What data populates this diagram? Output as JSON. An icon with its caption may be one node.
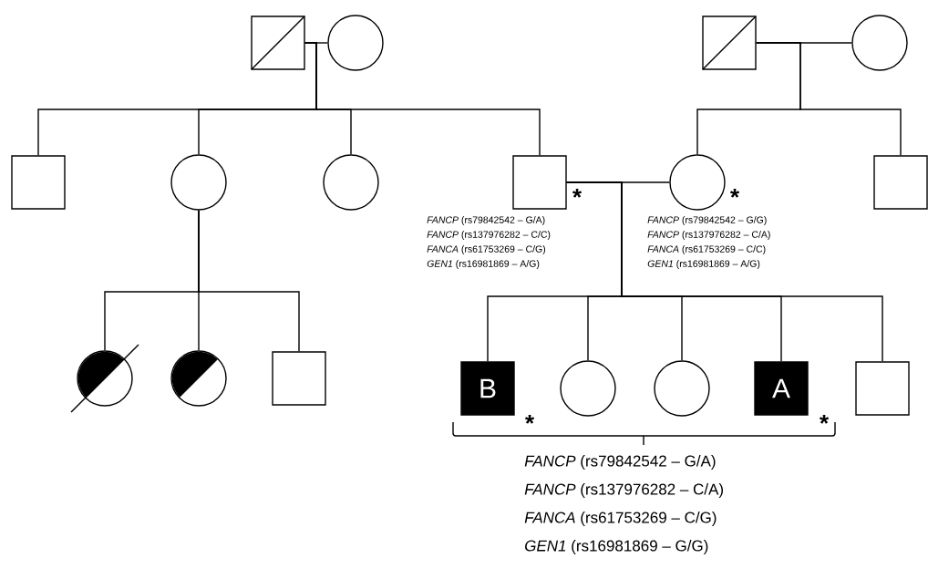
{
  "diagram": {
    "nodes": [
      {
        "text": [],
        "shape": "box"
      },
      {
        "text": [],
        "shape": "circle"
      },
      {
        "text": [],
        "shape": "box"
      },
      {
        "text": [],
        "shape": "circle"
      },
      {
        "text": [],
        "shape": "box"
      },
      {
        "text": [],
        "shape": "circle"
      },
      {
        "text": [],
        "shape": "circle"
      },
      {
        "text": [],
        "shape": "box",
        "beside": [
          "*",
          "*FANCP* (rs79842542 – G/A)",
          "*FANCP* (rs137976282 – C/C)",
          "*FANCA* (rs61753269 – C/G)",
          "*GEN1* (rs16981869 – A/G)"
        ]
      },
      {
        "text": [],
        "shape": "circle",
        "beside": [
          "*",
          "*FANCP* (rs79842542 – G/G)",
          "*FANCP* (rs137976282 – C/A)",
          "*FANCA* (rs61753269 – C/C)",
          "*GEN1* (rs16981869 – A/G)"
        ]
      },
      {
        "text": [],
        "shape": "box"
      },
      {
        "text": [],
        "shape": "circle"
      },
      {
        "text": [],
        "shape": "circle"
      },
      {
        "text": [],
        "shape": "box"
      },
      {
        "text": [
          "B"
        ],
        "beside": [
          "*"
        ]
      },
      {
        "text": [],
        "shape": "circle"
      },
      {
        "text": [],
        "shape": "circle"
      },
      {
        "text": [
          "A"
        ],
        "beside": [
          "*"
        ]
      },
      {
        "text": [],
        "shape": "box"
      }
    ],
    "edges": [
      {
        "from": 0,
        "to": 1,
        "arrow": "none"
      },
      {
        "from": 0,
        "to": 4,
        "arrow": "none"
      },
      {
        "from": 0,
        "to": 5,
        "arrow": "none"
      },
      {
        "from": 0,
        "to": 6,
        "arrow": "none"
      },
      {
        "from": 0,
        "to": 7,
        "arrow": "none"
      },
      {
        "from": 2,
        "to": 3,
        "arrow": "none"
      },
      {
        "from": 2,
        "to": 8,
        "arrow": "none"
      },
      {
        "from": 2,
        "to": 9,
        "arrow": "none"
      },
      {
        "from": 7,
        "to": 8,
        "arrow": "none"
      },
      {
        "from": 7,
        "to": 13,
        "arrow": "none"
      },
      {
        "from": 7,
        "to": 14,
        "arrow": "none"
      },
      {
        "from": 7,
        "to": 15,
        "arrow": "none"
      },
      {
        "from": 7,
        "to": 16,
        "arrow": "none"
      },
      {
        "from": 7,
        "to": 17,
        "arrow": "none"
      },
      {
        "from": 5,
        "to": 10,
        "arrow": "none"
      },
      {
        "from": 5,
        "to": 11,
        "arrow": "none"
      },
      {
        "from": 5,
        "to": 12,
        "arrow": "none"
      }
    ],
    "labels": [
      "*FANCP* (rs79842542 – G/A)",
      "*FANCP* (rs137976282 – C/A)",
      "*FANCA* (rs61753269 – C/G)",
      "*GEN1* (rs16981869 – G/G)"
    ]
  }
}
